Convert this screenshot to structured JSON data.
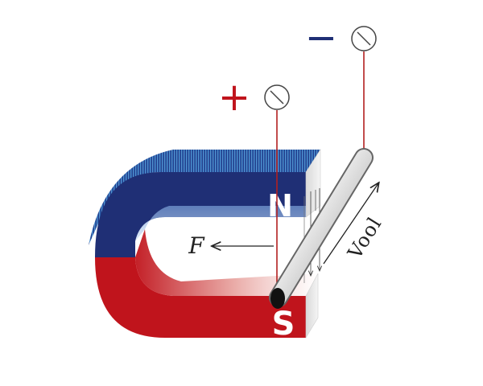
{
  "labels": {
    "positive": "+",
    "negative": "−",
    "north": "N",
    "south": "S",
    "force": "F",
    "current": "Vool"
  },
  "colors": {
    "north_front": "#1f2f75",
    "north_top": "#2a6fb5",
    "south_front": "#c0141c",
    "wire": "#b32020",
    "plus_sign": "#c0141c",
    "minus_sign": "#1f2f75"
  },
  "icons": [
    "terminal-screw-icon",
    "terminal-screw-icon"
  ]
}
